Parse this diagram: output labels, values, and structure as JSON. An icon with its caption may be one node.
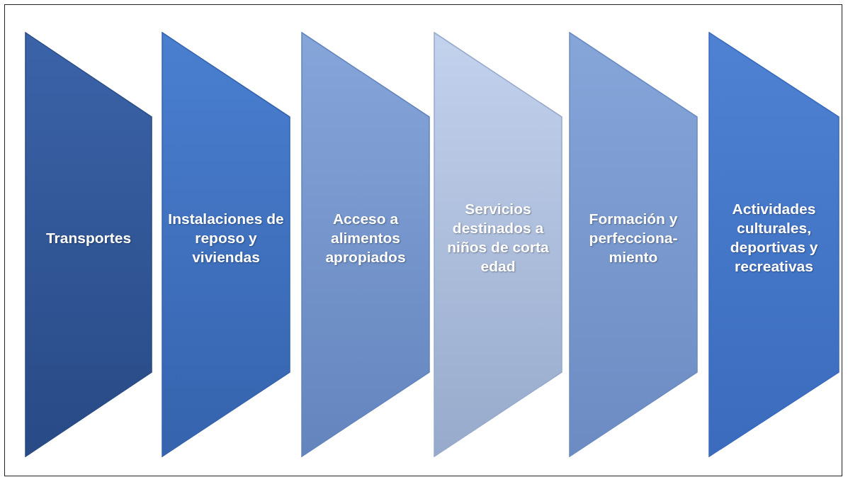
{
  "diagram": {
    "nodes": [
      {
        "text": [
          "Transportes"
        ]
      },
      {
        "text": [
          "Instalaciones de reposo y viviendas"
        ]
      },
      {
        "text": [
          "Acceso a alimentos apropiados"
        ]
      },
      {
        "text": [
          "Servicios destinados a niños de corta edad"
        ]
      },
      {
        "text": [
          "Formación y perfecciona-miento"
        ]
      },
      {
        "text": [
          "Actividades culturales, deportivas y recreativas"
        ]
      }
    ]
  }
}
